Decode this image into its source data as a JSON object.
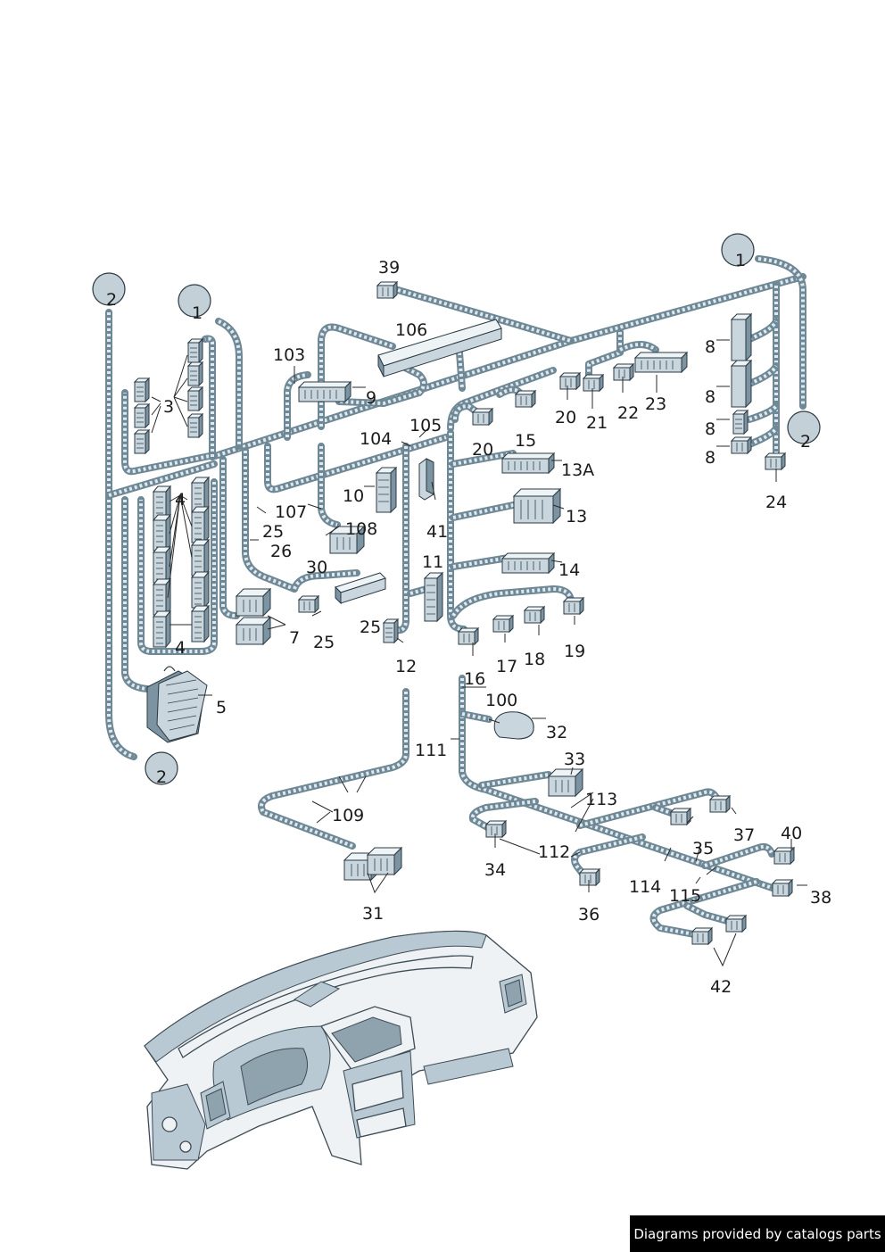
{
  "footer": {
    "credit": "Diagrams provided by catalogs parts"
  },
  "ref_circles": [
    "1",
    "2",
    "1",
    "2",
    "2"
  ],
  "callouts": {
    "c39": "39",
    "c106": "106",
    "c103": "103",
    "c9": "9",
    "c8a": "8",
    "c8b": "8",
    "c8c": "8",
    "c8d": "8",
    "c3": "3",
    "c4a": "4",
    "c4b": "4",
    "c20a": "20",
    "c21": "21",
    "c22": "22",
    "c23": "23",
    "c105": "105",
    "c104": "104",
    "c20b": "20",
    "c15": "15",
    "c13a": "13A",
    "c24": "24",
    "c10": "10",
    "c13": "13",
    "c107": "107",
    "c108": "108",
    "c41": "41",
    "c25a": "25",
    "c26": "26",
    "c30": "30",
    "c14": "14",
    "c11": "11",
    "c7": "7",
    "c25b": "25",
    "c25c": "25",
    "c12": "12",
    "c17": "17",
    "c18": "18",
    "c19": "19",
    "c16": "16",
    "c5": "5",
    "c100": "100",
    "c32": "32",
    "c111": "111",
    "c33": "33",
    "c113": "113",
    "c109": "109",
    "c112": "112",
    "c37": "37",
    "c40": "40",
    "c35": "35",
    "c34": "34",
    "c114": "114",
    "c115": "115",
    "c38": "38",
    "c36": "36",
    "c31": "31",
    "c42": "42"
  }
}
